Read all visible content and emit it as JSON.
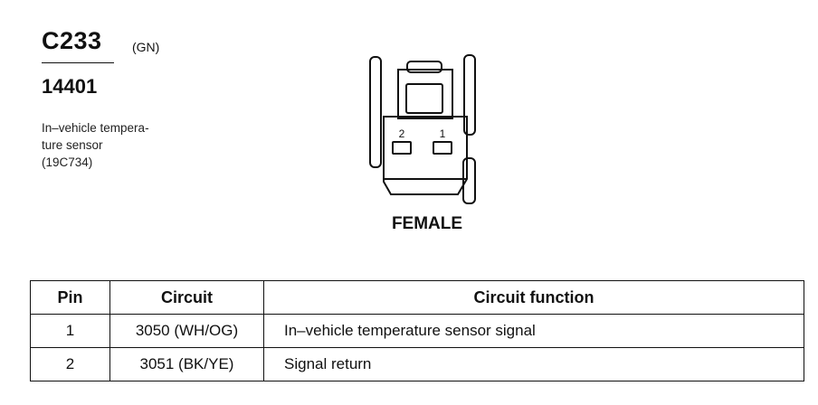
{
  "header": {
    "connector_id": "C233",
    "color_code": "(GN)",
    "part_number": "14401",
    "description_lines": [
      "In–vehicle tempera-",
      "ture sensor",
      "(19C734)"
    ]
  },
  "connector": {
    "gender": "FEMALE",
    "pin_labels": [
      "2",
      "1"
    ]
  },
  "pin_table": {
    "columns": [
      "Pin",
      "Circuit",
      "Circuit function"
    ],
    "rows": [
      {
        "pin": "1",
        "circuit": "3050 (WH/OG)",
        "function": "In–vehicle temperature sensor  signal"
      },
      {
        "pin": "2",
        "circuit": "3051 (BK/YE)",
        "function": "Signal return"
      }
    ]
  }
}
